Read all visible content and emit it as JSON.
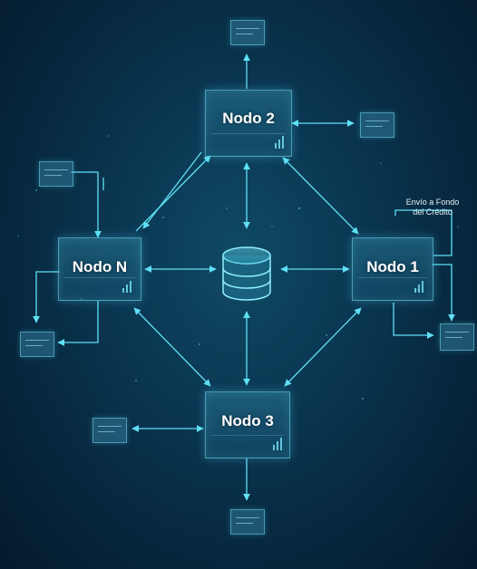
{
  "nodes": {
    "node2": "Nodo 2",
    "node1": "Nodo 1",
    "nodeN": "Nodo N",
    "node3": "Nodo 3"
  },
  "annotation": {
    "line1": "Envío a Fondo",
    "line2": "del Crédito"
  },
  "colors": {
    "background": "#0a3550",
    "accent": "#5fe0f5",
    "node_fill": "#2a7896",
    "text": "#ffffff"
  },
  "icons": {
    "center": "database-icon"
  }
}
